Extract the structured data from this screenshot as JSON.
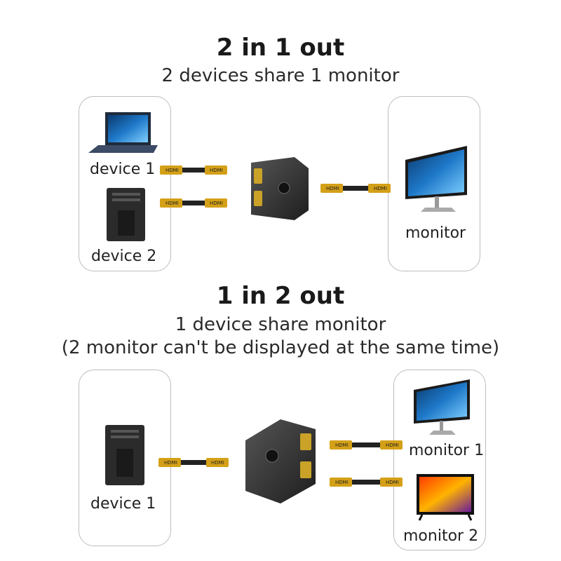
{
  "colors": {
    "accent_gold": "#d4a017",
    "device_dark": "#2b2b2b",
    "box_border": "#bdbdbd"
  },
  "section1": {
    "title": "2 in 1 out",
    "subtitle": "2 devices share 1 monitor",
    "inputs": {
      "device1_label": "device 1",
      "device2_label": "device 2"
    },
    "output": {
      "monitor_label": "monitor"
    },
    "cable_text": "HDMI"
  },
  "section2": {
    "title": "1 in 2 out",
    "subtitle_line1": "1 device share monitor",
    "subtitle_line2": "(2 monitor can't be displayed at the same time)",
    "input": {
      "device1_label": "device 1"
    },
    "outputs": {
      "monitor1_label": "monitor 1",
      "monitor2_label": "monitor 2"
    },
    "cable_text": "HDMI"
  }
}
